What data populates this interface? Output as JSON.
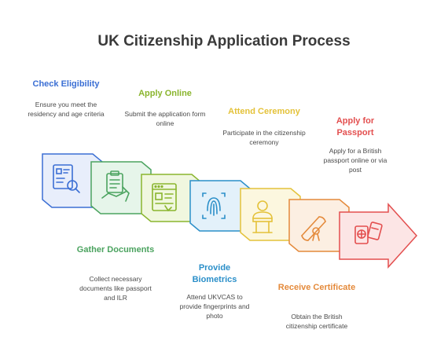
{
  "title": "UK Citizenship Application Process",
  "steps": [
    {
      "id": "check-eligibility",
      "title": "Check Eligibility",
      "description": "Ensure you meet the residency and age criteria",
      "color": "#3b6fd4",
      "fill": "#e8eefb",
      "icon": "document-search-icon"
    },
    {
      "id": "gather-documents",
      "title": "Gather Documents",
      "description": "Collect necessary documents like passport and ILR",
      "color": "#4ba35f",
      "fill": "#e6f5ea",
      "icon": "clipboard-hand-icon"
    },
    {
      "id": "apply-online",
      "title": "Apply Online",
      "description": "Submit the application form online",
      "color": "#8ab52e",
      "fill": "#f0f7df",
      "icon": "online-form-icon"
    },
    {
      "id": "provide-biometrics",
      "title": "Provide Biometrics",
      "description": "Attend UKVCAS to provide fingerprints and photo",
      "color": "#2b8fc9",
      "fill": "#e3f1fa",
      "icon": "fingerprint-icon"
    },
    {
      "id": "attend-ceremony",
      "title": "Attend Ceremony",
      "description": "Participate in the citizenship ceremony",
      "color": "#e4c23a",
      "fill": "#fcf7df",
      "icon": "podium-speaker-icon"
    },
    {
      "id": "receive-certificate",
      "title": "Receive Certificate",
      "description": "Obtain the British citizenship certificate",
      "color": "#e48a3b",
      "fill": "#fcefe2",
      "icon": "certificate-scroll-icon"
    },
    {
      "id": "apply-passport",
      "title": "Apply for Passport",
      "description": "Apply for a British passport online or via post",
      "color": "#e34f4f",
      "fill": "#fce5e5",
      "icon": "passport-icon"
    }
  ]
}
